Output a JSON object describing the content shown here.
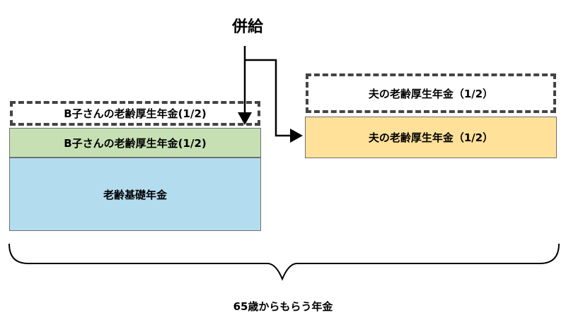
{
  "title": "併給",
  "left": {
    "dashed_label": "B子さんの老齢厚生年金(1/2)",
    "green_label": "B子さんの老齢厚生年金(1/2)",
    "blue_label": "老齢基礎年金"
  },
  "right": {
    "dashed_label": "夫の老齢厚生年金（1/2）",
    "yellow_label": "夫の老齢厚生年金（1/2）"
  },
  "caption": "65歳からもらう年金",
  "colors": {
    "green": "#c6e0b4",
    "blue": "#b4dcef",
    "yellow": "#ffe199",
    "dashed_border": "#444444"
  }
}
